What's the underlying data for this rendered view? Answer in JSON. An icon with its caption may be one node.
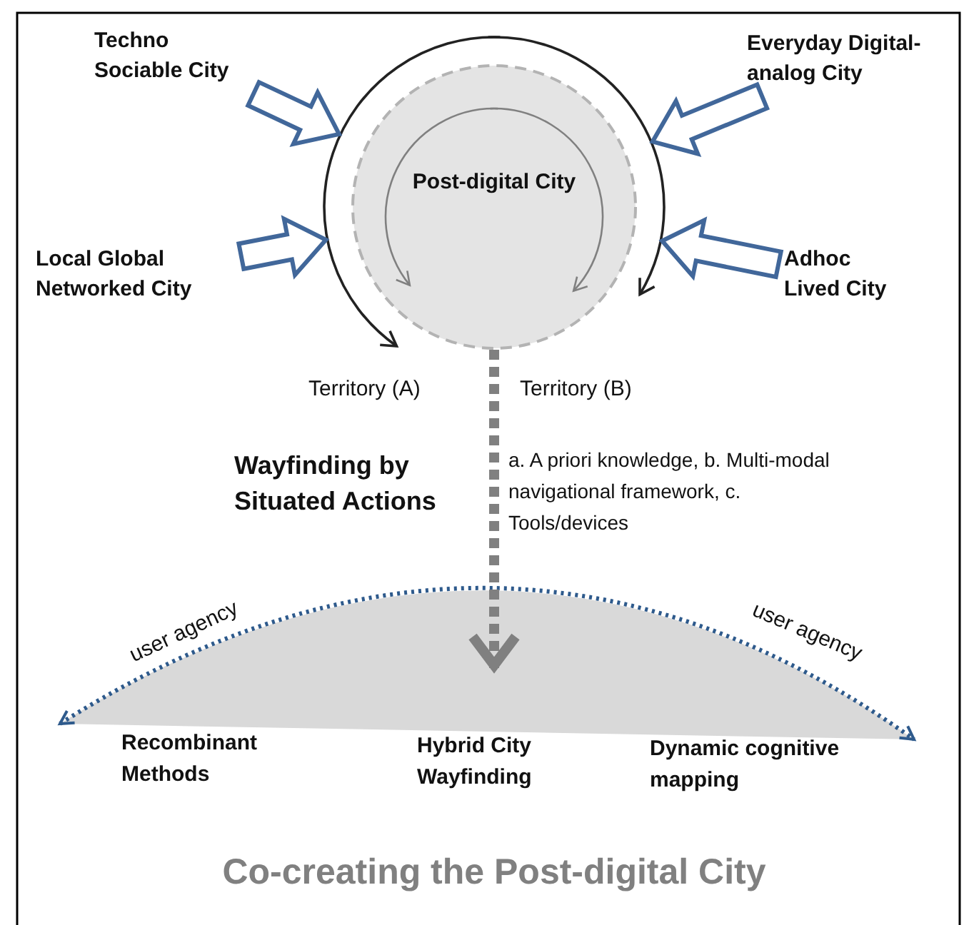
{
  "diagram": {
    "title": "Co-creating the Post-digital City",
    "nodes": [
      {
        "text": [
          "Techno Sociable City"
        ]
      },
      {
        "text": [
          "Everyday Digital-analog City"
        ]
      },
      {
        "text": [
          "Post-digital City"
        ]
      },
      {
        "text": [
          "Local Global Networked City"
        ]
      },
      {
        "text": [
          "Adhoc Lived City"
        ]
      },
      {
        "text": [],
        "shape": "dome"
      }
    ],
    "edges": [
      {
        "from": 0,
        "to": 2,
        "arrow": "to",
        "style": "thick"
      },
      {
        "from": 1,
        "to": 2,
        "arrow": "to",
        "style": "thick"
      },
      {
        "from": 3,
        "to": 2,
        "arrow": "to",
        "style": "thick"
      },
      {
        "from": 4,
        "to": 2,
        "arrow": "to",
        "style": "thick"
      },
      {
        "from": 2,
        "to": 5,
        "arrow": "to",
        "style": "dashed",
        "color": "#808080"
      }
    ],
    "labels": [
      "Territory (A)",
      "Territory (B)",
      "Wayfinding by Situated Actions",
      "a. A priori knowledge, b. Multi-modal navigational framework, c. Tools/devices",
      "user agency",
      "user agency",
      "Recombinant Methods",
      "Hybrid City Wayfinding",
      "Dynamic cognitive mapping"
    ]
  }
}
